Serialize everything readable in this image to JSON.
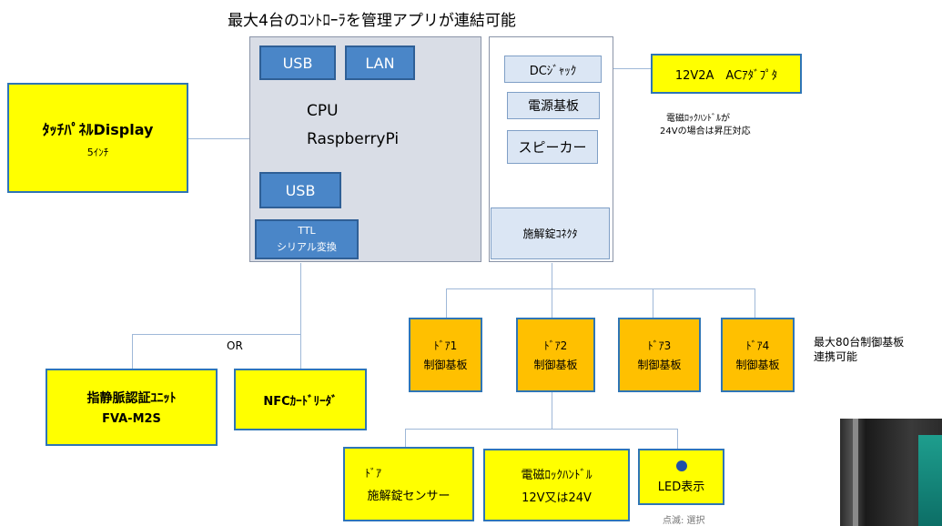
{
  "title": "最大4台のｺﾝﾄﾛｰﾗを管理アプリが連結可能",
  "main_board": {
    "usb_top": "USB",
    "lan": "LAN",
    "cpu_line1": "CPU",
    "cpu_line2": "RaspberryPi",
    "usb_bottom": "USB",
    "ttl_line1": "TTL",
    "ttl_line2": "シリアル変換"
  },
  "power_panel": {
    "dc_jack": "DCｼﾞｬｯｸ",
    "power_board": "電源基板",
    "speaker": "スピーカー",
    "lock_connector": "施解錠ｺﾈｸﾀ"
  },
  "adapter": "12V2A　ACｱﾀﾞﾌﾟﾀ",
  "note_voltage": {
    "line1": "電磁ﾛｯｸﾊﾝﾄﾞﾙが",
    "line2": "24Vの場合は昇圧対応"
  },
  "touch_panel": {
    "line1": "ﾀｯﾁﾊﾟﾈﾙDisplay",
    "line2": "5ｲﾝﾁ"
  },
  "or_label": "OR",
  "vein_unit": {
    "line1": "指静脈認証ﾕﾆｯﾄ",
    "line2": "FVA-M2S"
  },
  "nfc_reader": "NFCｶｰﾄﾞﾘｰﾀﾞ",
  "doors": [
    {
      "line1": "ﾄﾞｱ1",
      "line2": "制御基板"
    },
    {
      "line1": "ﾄﾞｱ2",
      "line2": "制御基板"
    },
    {
      "line1": "ﾄﾞｱ3",
      "line2": "制御基板"
    },
    {
      "line1": "ﾄﾞｱ4",
      "line2": "制御基板"
    }
  ],
  "note_boards": {
    "line1": "最大80台制御基板",
    "line2": "連携可能"
  },
  "door_sensor": {
    "line1": "ﾄﾞｱ",
    "line2": "施解錠センサー"
  },
  "lock_handle": {
    "line1": "電磁ﾛｯｸﾊﾝﾄﾞﾙ",
    "line2": "12V又は24V"
  },
  "led": "LED表示",
  "led_note": "点滅: 選択",
  "colors": {
    "yellow": "#ffff00",
    "orange": "#ffc000",
    "blue": "#4a86c8",
    "border_blue": "#2e75b6",
    "panel_gray": "#d9dde6"
  }
}
